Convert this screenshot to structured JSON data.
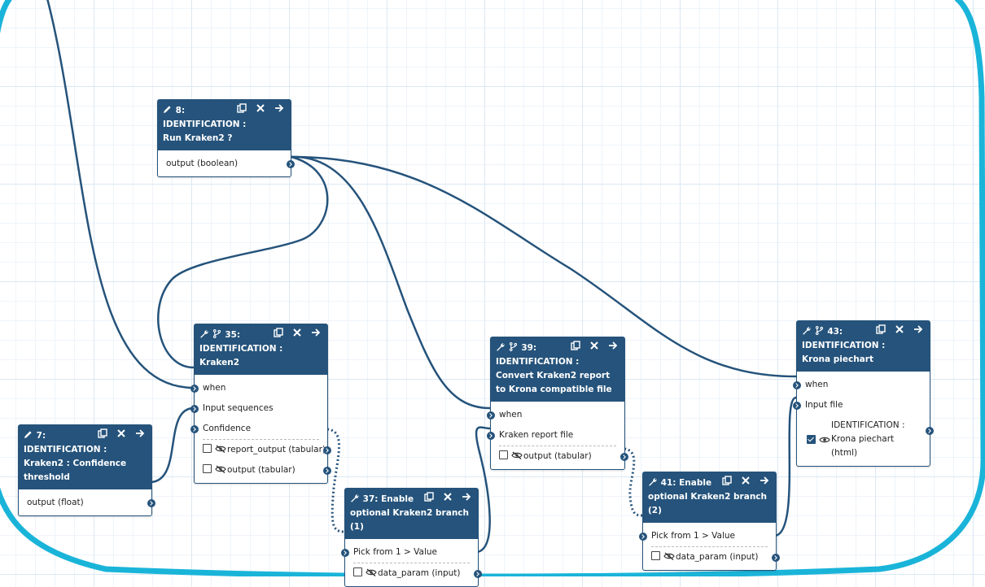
{
  "colors": {
    "node_header": "#25537b",
    "connection": "#25537b",
    "loop_outline": "#1ab4d9",
    "grid": "#dbe8f4"
  },
  "nodes": {
    "n8": {
      "id_label": "8:",
      "title": "IDENTIFICATION : Run Kraken2 ?",
      "output": "output (boolean)",
      "icon": "pencil-icon"
    },
    "n7": {
      "id_label": "7:",
      "title": "IDENTIFICATION : Kraken2 : Confidence threshold",
      "output": "output (float)",
      "icon": "pencil-icon"
    },
    "n35": {
      "id_label": "35:",
      "title": "IDENTIFICATION : Kraken2",
      "inputs": [
        "when",
        "Input sequences",
        "Confidence"
      ],
      "outputs": [
        "report_output (tabular)",
        "output (tabular)"
      ],
      "icon": "wrench-icon"
    },
    "n37": {
      "id_label": "37: Enable",
      "title": "optional Kraken2 branch (1)",
      "inputs": [
        "Pick from 1 > Value"
      ],
      "outputs": [
        "data_param (input)"
      ],
      "icon": "wrench-icon"
    },
    "n39": {
      "id_label": "39:",
      "title": "IDENTIFICATION : Convert Kraken2 report to Krona compatible file",
      "inputs": [
        "when",
        "Kraken report file"
      ],
      "outputs": [
        "output (tabular)"
      ],
      "icon": "wrench-icon"
    },
    "n41": {
      "id_label": "41: Enable",
      "title": "optional Kraken2 branch (2)",
      "inputs": [
        "Pick from 1 > Value"
      ],
      "outputs": [
        "data_param (input)"
      ],
      "icon": "wrench-icon"
    },
    "n43": {
      "id_label": "43:",
      "title": "IDENTIFICATION : Krona piechart",
      "inputs": [
        "when",
        "Input file"
      ],
      "output_line1": "IDENTIFICATION :",
      "output_line2": "Krona piechart",
      "output_line3": "(html)",
      "icon": "wrench-icon"
    }
  }
}
